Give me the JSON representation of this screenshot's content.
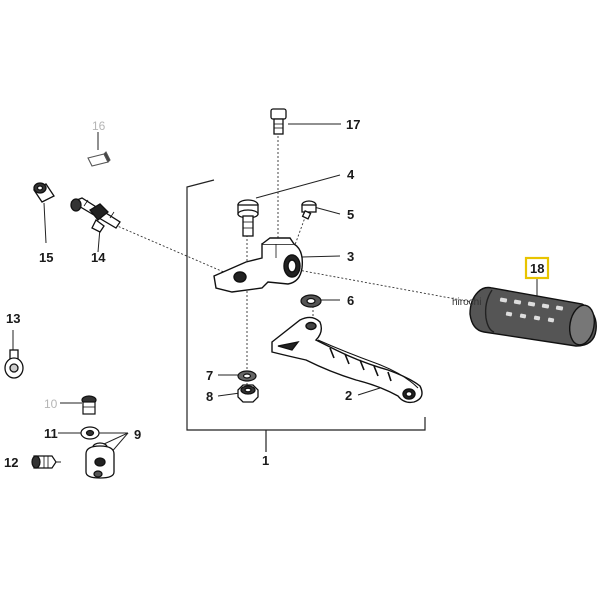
{
  "diagram": {
    "part_numbers": {
      "p1": "1",
      "p2": "2",
      "p3": "3",
      "p4": "4",
      "p5": "5",
      "p6": "6",
      "p7": "7",
      "p8": "8",
      "p9": "9",
      "p10": "10",
      "p11": "11",
      "p12": "12",
      "p13": "13",
      "p14": "14",
      "p15": "15",
      "p16": "16",
      "p17": "17",
      "p18": "18"
    },
    "highlighted_part": "18",
    "highlight_color": "#e8c400",
    "watermark": "hirochi"
  }
}
